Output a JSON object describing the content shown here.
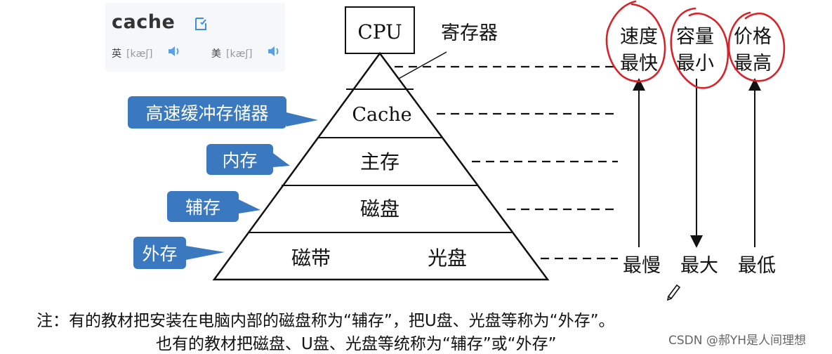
{
  "dictionary": {
    "word": "cache",
    "uk_label": "英",
    "uk_phonetic": "[kæʃ]",
    "us_label": "美",
    "us_phonetic": "[kæʃ]"
  },
  "pyramid": {
    "top_box": "CPU",
    "register_label": "寄存器",
    "levels": {
      "cache": "Cache",
      "main": "主存",
      "disk": "磁盘",
      "tape": "磁带",
      "optical": "光盘"
    }
  },
  "callouts": {
    "cache": "高速缓冲存储器",
    "memory": "内存",
    "auxiliary": "辅存",
    "external": "外存"
  },
  "scales": {
    "speed": {
      "top": [
        "速度",
        "最快"
      ],
      "bottom": "最慢"
    },
    "capacity": {
      "top": [
        "容量",
        "最小"
      ],
      "bottom": "最大"
    },
    "price": {
      "top": [
        "价格",
        "最高"
      ],
      "bottom": "最低"
    }
  },
  "note": {
    "line1": "注：有的教材把安装在电脑内部的磁盘称为“辅存”，把U盘、光盘等称为“外存”。",
    "line2": "也有的教材把磁盘、U盘、光盘等统称为“辅存”或“外存”"
  },
  "watermark": "CSDN @郝YH是人间理想",
  "colors": {
    "callout": "#3a78c0",
    "circle": "#d8232a",
    "line": "#111111"
  }
}
